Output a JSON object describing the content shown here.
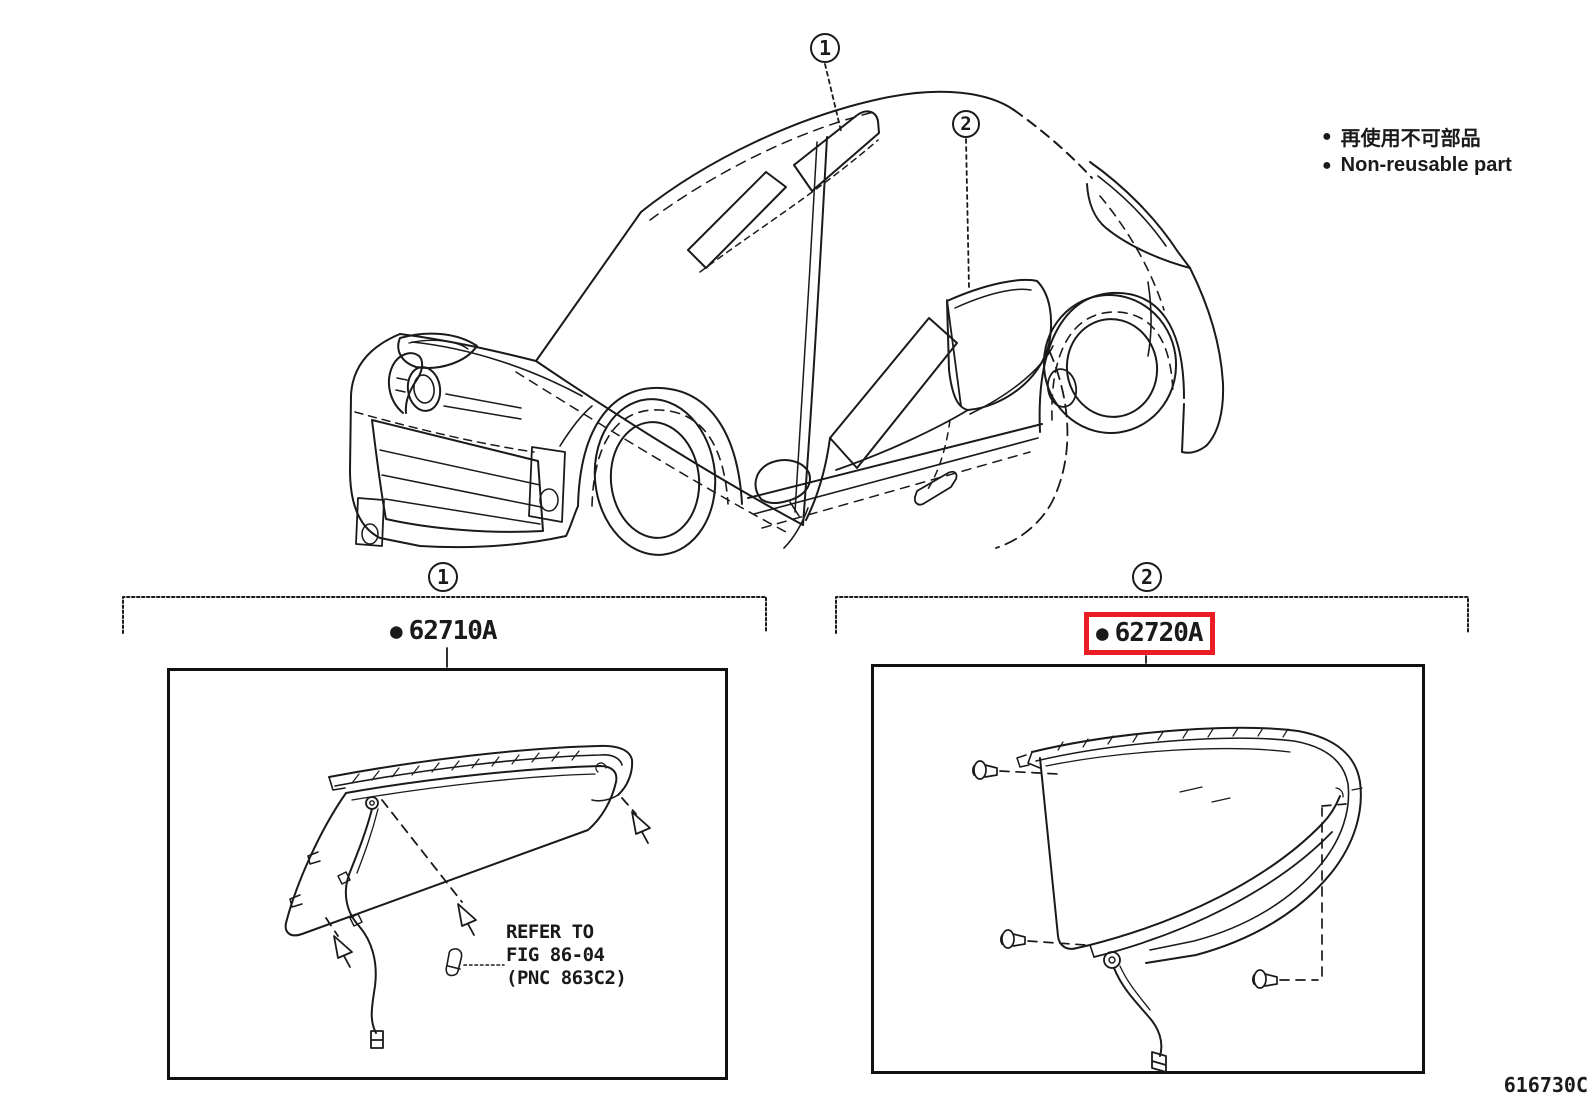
{
  "legend": {
    "non_reusable_ja": "再使用不可部品",
    "non_reusable_en": "Non-reusable part"
  },
  "glyphs": {
    "bullet": "●"
  },
  "callouts": {
    "window1": "1",
    "window2": "2"
  },
  "parts": {
    "window1": {
      "label": "62710A",
      "highlighted": false
    },
    "window2": {
      "label": "62720A",
      "highlighted": true
    }
  },
  "note": {
    "line1": "REFER TO",
    "line2": "FIG 86-04",
    "line3": "(PNC 863C2)"
  },
  "figure_code": "616730C",
  "colors": {
    "highlight": "#EC1C24",
    "ink": "#1A1A1A"
  }
}
